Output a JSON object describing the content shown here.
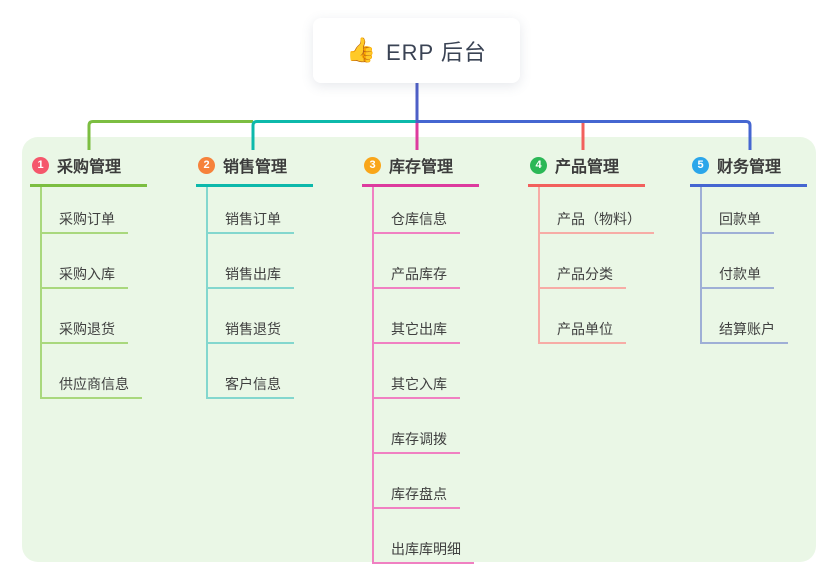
{
  "root": {
    "emoji": "👍",
    "icon": "thumbs-up-icon",
    "label": "ERP 后台"
  },
  "colors": {
    "canvas_background": "#FFFFFF",
    "panel_background": "#EAF7E6",
    "root_stem": "#4E5FC7",
    "root_text": "#3A4354",
    "node_text": "#3C3C3C"
  },
  "branches": [
    {
      "number": "1",
      "title": "采购管理",
      "color": "#7CBE41",
      "light_color": "#A9D87D",
      "badge_color": "#F5576C",
      "children": [
        "采购订单",
        "采购入库",
        "采购退货",
        "供应商信息"
      ]
    },
    {
      "number": "2",
      "title": "销售管理",
      "color": "#0DB9AB",
      "light_color": "#83D7CE",
      "badge_color": "#F6823B",
      "children": [
        "销售订单",
        "销售出库",
        "销售退货",
        "客户信息"
      ]
    },
    {
      "number": "3",
      "title": "库存管理",
      "color": "#DD3B9E",
      "light_color": "#F080C2",
      "badge_color": "#F9A61A",
      "children": [
        "仓库信息",
        "产品库存",
        "其它出库",
        "其它入库",
        "库存调拨",
        "库存盘点",
        "出库库明细"
      ]
    },
    {
      "number": "4",
      "title": "产品管理",
      "color": "#F2605D",
      "light_color": "#F7ACA6",
      "badge_color": "#2CB857",
      "children": [
        "产品（物料）",
        "产品分类",
        "产品单位"
      ]
    },
    {
      "number": "5",
      "title": "财务管理",
      "color": "#4566D1",
      "light_color": "#9FAFD6",
      "badge_color": "#2BA6EA",
      "children": [
        "回款单",
        "付款单",
        "结算账户"
      ]
    }
  ]
}
